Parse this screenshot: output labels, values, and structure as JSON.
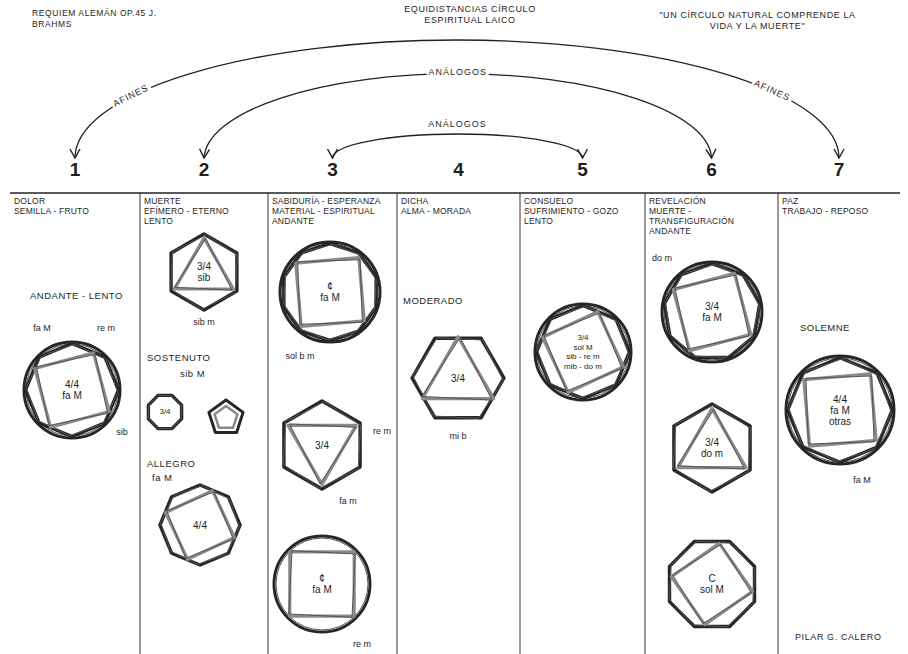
{
  "diagram": {
    "title": "REQUIEM ALEMÁN OP.45 J. BRAHMS",
    "nodes": [
      {
        "text": [
          "1",
          "DOLOR",
          "SEMILLA - FRUTO",
          "ANDANTE - LENTO"
        ]
      },
      {
        "text": [
          "fa M",
          "re m",
          "4/4",
          "fa M",
          "sib"
        ],
        "in": 0
      },
      {
        "text": [
          "2",
          "MUERTE",
          "EFÍMERO - ETERNO",
          "LENTO",
          "SOSTENUTO",
          "sib M",
          "ALLEGRO",
          "fa M"
        ]
      },
      {
        "text": [
          "3/4",
          "sib",
          "sib m"
        ],
        "in": 2
      },
      {
        "text": [
          "3/4"
        ],
        "in": 2
      },
      {
        "text": [
          "4/4"
        ],
        "in": 2
      },
      {
        "text": [
          "3",
          "SABIDURÍA - ESPERANZA",
          "MATERIAL - ESPIRITUAL",
          "ANDANTE"
        ]
      },
      {
        "text": [
          "¢",
          "fa M",
          "sol b m"
        ],
        "in": 6
      },
      {
        "text": [
          "3/4",
          "re m",
          "fa m"
        ],
        "in": 6
      },
      {
        "text": [
          "¢",
          "fa M",
          "re m"
        ],
        "in": 6
      },
      {
        "text": [
          "4",
          "DICHA",
          "ALMA - MORADA",
          "MODERADO"
        ]
      },
      {
        "text": [
          "3/4",
          "mi b"
        ],
        "in": 10
      },
      {
        "text": [
          "5",
          "CONSUELO",
          "SUFRIMIENTO - GOZO",
          "LENTO"
        ]
      },
      {
        "text": [
          "3/4",
          "sol M",
          "sib - re m",
          "mib - do m"
        ],
        "in": 12
      },
      {
        "text": [
          "6",
          "REVELACIÓN",
          "MUERTE - TRANSFIGURACIÓN",
          "ANDANTE"
        ]
      },
      {
        "text": [
          "do m",
          "3/4",
          "fa M"
        ],
        "in": 14
      },
      {
        "text": [
          "3/4",
          "do m"
        ],
        "in": 14
      },
      {
        "text": [
          "C",
          "sol M"
        ],
        "in": 14
      },
      {
        "text": [
          "7",
          "PAZ",
          "TRABAJO - REPOSO",
          "SOLEMNE"
        ]
      },
      {
        "text": [
          "4/4",
          "fa M",
          "otras",
          "fa M"
        ],
        "in": 18
      }
    ],
    "edges": [
      {
        "from": 0,
        "to": 18,
        "arrow": "both",
        "label": "AFINES"
      },
      {
        "from": 2,
        "to": 14,
        "arrow": "both",
        "label": "ANÁLOGOS"
      },
      {
        "from": 6,
        "to": 12,
        "arrow": "both",
        "label": "ANÁLOGOS"
      }
    ],
    "labels": [
      "EQUIDISTANCIAS CÍRCULO ESPIRITUAL LAICO",
      "\"UN CÍRCULO NATURAL COMPRENDE LA VIDA Y LA MUERTE\"",
      "AFINES",
      "PILAR G. CALERO"
    ]
  }
}
